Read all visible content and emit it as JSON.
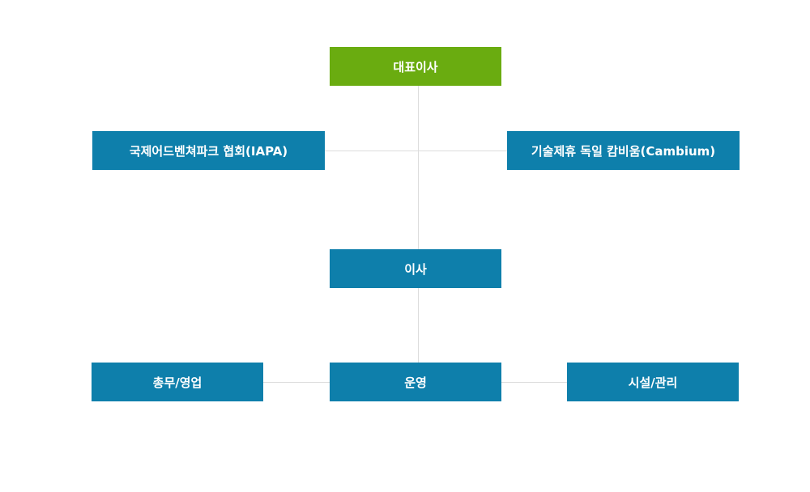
{
  "org_chart": {
    "ceo": "대표이사",
    "affiliates": {
      "left": "국제어드벤쳐파크 협회(IAPA)",
      "right": "기술제휴 독일 캄비움(Cambium)"
    },
    "director": "이사",
    "departments": {
      "left": "총무/영업",
      "center": "운영",
      "right": "시설/관리"
    }
  },
  "colors": {
    "primary": "#6aac10",
    "secondary": "#0e7fab",
    "connector": "#dcdcdc",
    "text": "#ffffff"
  }
}
